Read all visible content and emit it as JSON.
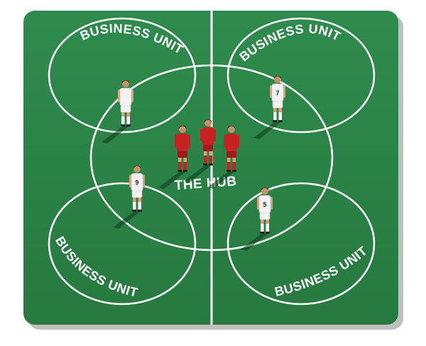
{
  "hub_label": "THE HUB",
  "units": [
    {
      "label": "BUSINESS UNIT"
    },
    {
      "label": "BUSINESS UNIT"
    },
    {
      "label": "BUSINESS UNIT"
    },
    {
      "label": "BUSINESS UNIT"
    }
  ],
  "players": [
    {
      "team": "white",
      "number": ""
    },
    {
      "team": "white",
      "number": "7"
    },
    {
      "team": "white",
      "number": "9"
    },
    {
      "team": "white",
      "number": "5"
    },
    {
      "team": "red",
      "number": ""
    },
    {
      "team": "red",
      "number": ""
    },
    {
      "team": "red",
      "number": ""
    }
  ],
  "colors": {
    "pitch": "#2f8a4c",
    "pitch_dark": "#257a40",
    "lines": "#ffffff",
    "kit_white": "#f2f2f2",
    "kit_red": "#c62222",
    "shorts_red": "#a31a1a"
  }
}
